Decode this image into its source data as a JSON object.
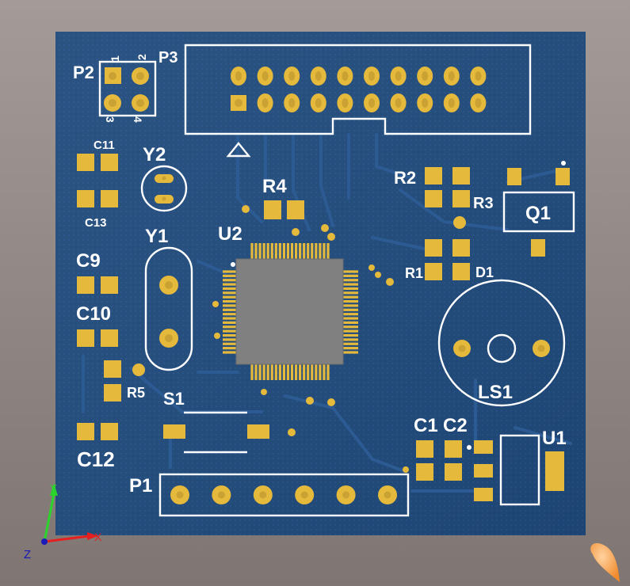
{
  "board": {
    "designators": {
      "P2": "P2",
      "P3": "P3",
      "C11": "C11",
      "C13": "C13",
      "Y2": "Y2",
      "R4": "R4",
      "R2": "R2",
      "R3": "R3",
      "Q1": "Q1",
      "Y1": "Y1",
      "U2": "U2",
      "C9": "C9",
      "C10": "C10",
      "R1": "R1",
      "D1": "D1",
      "LS1": "LS1",
      "R5": "R5",
      "S1": "S1",
      "C1": "C1",
      "C2": "C2",
      "U1": "U1",
      "C12": "C12",
      "P1": "P1"
    },
    "p2_pin_numbers": {
      "n1": "1",
      "n2": "2",
      "n3": "3",
      "n4": "4"
    },
    "colors": {
      "soldermask": "#1f4a7c",
      "pad": "#e4b93c",
      "silkscreen": "#ffffff",
      "ic_body": "#808080"
    }
  },
  "axes": {
    "x": "X",
    "y": "Y",
    "z": "Z"
  },
  "icons": {
    "axis_gizmo": "axis-gizmo-icon",
    "orientation": "orientation-marker-icon"
  }
}
